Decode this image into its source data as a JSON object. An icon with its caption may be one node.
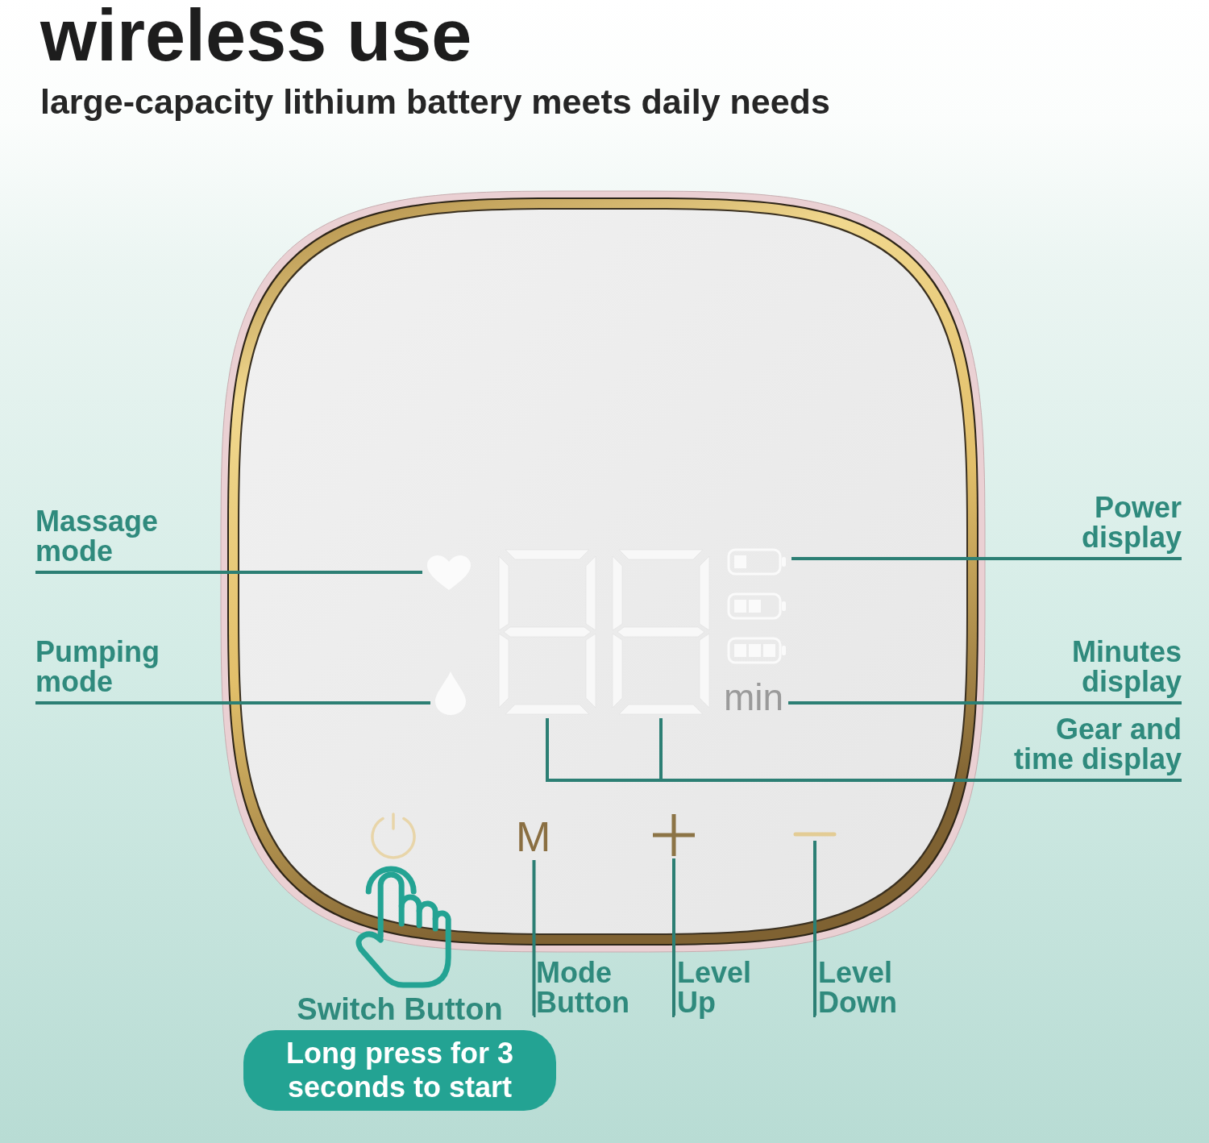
{
  "diagram": {
    "title": "wireless use",
    "nodes": [
      {
        "text": [
          "Power display"
        ]
      },
      {
        "text": [
          "Massage mode"
        ]
      },
      {
        "text": [],
        "shape": "picture"
      },
      {
        "text": [],
        "shape": "picture"
      },
      {
        "text": [],
        "shape": "picture"
      },
      {
        "text": [],
        "shape": "picture"
      },
      {
        "text": [
          "Pumping mode"
        ]
      },
      {
        "text": [
          "Minutes display"
        ]
      },
      {
        "text": [],
        "shape": "picture"
      },
      {
        "text": [
          "min"
        ]
      },
      {
        "text": [
          "Gear and time display"
        ]
      },
      {
        "text": [
          "M"
        ]
      },
      {
        "text": [],
        "shape": "picture"
      },
      {
        "text": [],
        "shape": "picture"
      },
      {
        "text": [
          "Mode Button"
        ]
      },
      {
        "text": [
          "Level Up"
        ]
      },
      {
        "text": [
          "Level Down"
        ]
      },
      {
        "text": [
          "Switch Button",
          "Long press for 3 seconds to start"
        ]
      }
    ],
    "edges": [
      {
        "from": 1,
        "to": 2,
        "arrow": "none"
      },
      {
        "from": 0,
        "to": 3,
        "arrow": "none"
      },
      {
        "from": 6,
        "to": 8,
        "arrow": "none"
      },
      {
        "from": 7,
        "to": 9,
        "arrow": "none"
      },
      {
        "from": 10,
        "to": 4,
        "arrow": "none"
      },
      {
        "from": 10,
        "to": 5,
        "arrow": "none"
      },
      {
        "from": 14,
        "to": 11,
        "arrow": "none"
      },
      {
        "from": 15,
        "to": 12,
        "arrow": "none"
      },
      {
        "from": 16,
        "to": 13,
        "arrow": "none"
      }
    ],
    "labels": [
      "large-capacity lithium battery meets daily needs"
    ]
  }
}
